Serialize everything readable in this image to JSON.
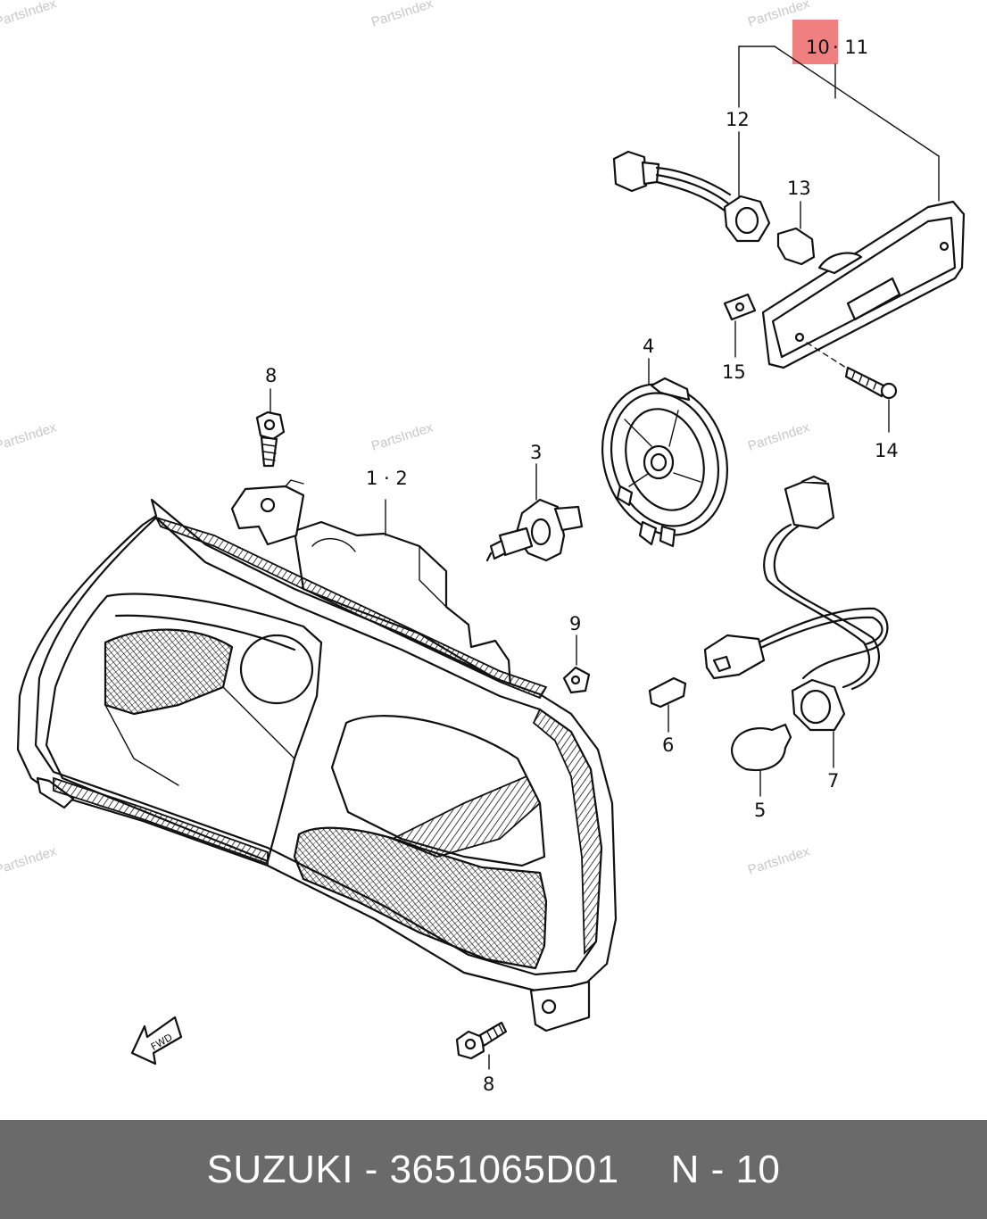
{
  "diagram": {
    "watermark_text": "PartsIndex",
    "highlight_color": "#f08080",
    "callouts": {
      "c10": "10",
      "c11": "· 11",
      "c12": "12",
      "c13": "13",
      "c14": "14",
      "c15": "15",
      "c4": "4",
      "c3": "3",
      "c8a": "8",
      "c8b": "8",
      "c12head": "1 · 2",
      "c9": "9",
      "c6": "6",
      "c7": "7",
      "c5": "5"
    },
    "fwd_label": "FWD"
  },
  "footer": {
    "brand": "SUZUKI",
    "dash1": "-",
    "part_number": "3651065D01",
    "ref": "N - 10"
  }
}
